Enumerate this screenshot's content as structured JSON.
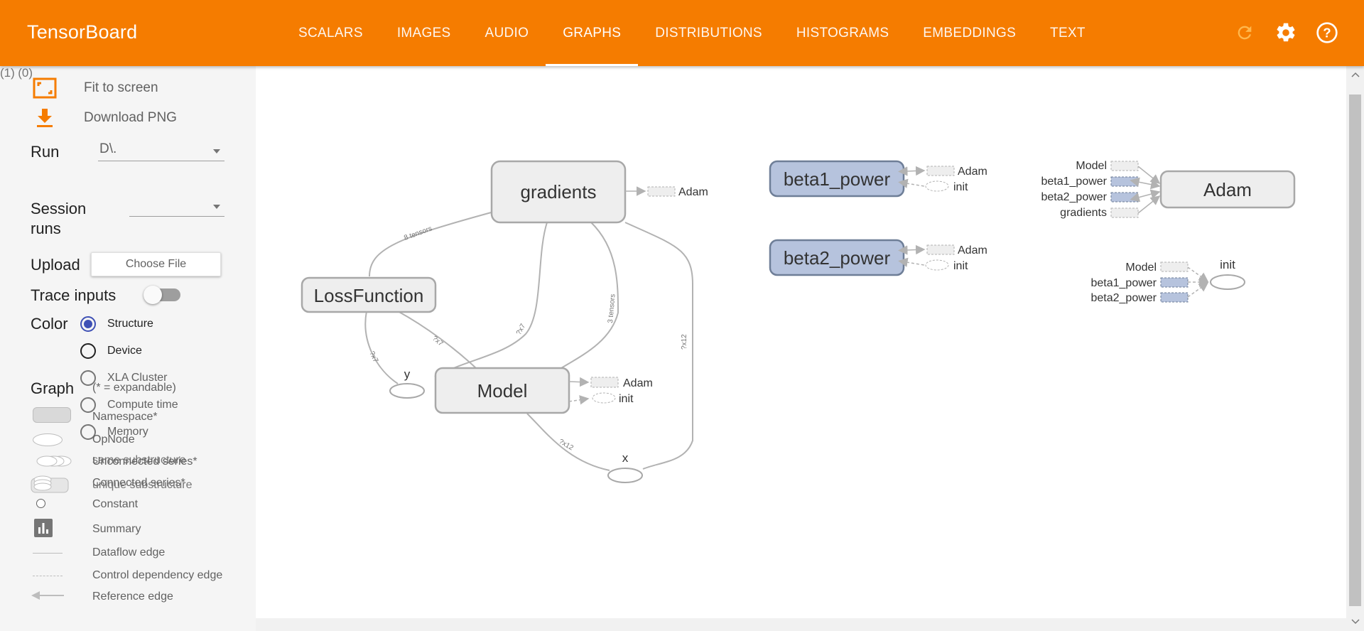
{
  "app": {
    "title": "TensorBoard"
  },
  "tabs": [
    {
      "label": "SCALARS",
      "active": false
    },
    {
      "label": "IMAGES",
      "active": false
    },
    {
      "label": "AUDIO",
      "active": false
    },
    {
      "label": "GRAPHS",
      "active": true
    },
    {
      "label": "DISTRIBUTIONS",
      "active": false
    },
    {
      "label": "HISTOGRAMS",
      "active": false
    },
    {
      "label": "EMBEDDINGS",
      "active": false
    },
    {
      "label": "TEXT",
      "active": false
    }
  ],
  "toolbar_icons": [
    "refresh-icon",
    "gear-icon",
    "help-icon"
  ],
  "sidebar": {
    "fit_label": "Fit to screen",
    "download_label": "Download PNG",
    "run_label": "Run",
    "run_count": "(1)",
    "run_value": "D\\.",
    "session_label": "Session",
    "session_label2": "runs",
    "session_count": "(0)",
    "upload_label": "Upload",
    "choose_file": "Choose File",
    "trace_label": "Trace inputs",
    "trace_on": false,
    "color_label": "Color",
    "color_options": [
      {
        "label": "Structure",
        "selected": true
      },
      {
        "label": "Device",
        "selected": false
      },
      {
        "label": "XLA Cluster",
        "selected": false
      },
      {
        "label": "Compute time",
        "selected": false
      },
      {
        "label": "Memory",
        "selected": false
      }
    ],
    "graph_label": "Graph",
    "graph_note": "(* = expandable)",
    "legend": {
      "namespace": "Namespace*",
      "opnode": "OpNode",
      "unconnected": "Unconnected series*",
      "same_sub": "same substructure",
      "connected": "Connected series*",
      "unique_sub": "unique substructure",
      "constant": "Constant",
      "summary": "Summary",
      "dataflow": "Dataflow edge",
      "control": "Control dependency edge",
      "reference": "Reference edge"
    }
  },
  "graph": {
    "nodes": {
      "gradients": "gradients",
      "loss": "LossFunction",
      "model": "Model",
      "beta1": "beta1_power",
      "beta2": "beta2_power",
      "adam": "Adam",
      "init": "init",
      "y": "y",
      "x": "x"
    },
    "aux": {
      "adam": "Adam",
      "init": "init",
      "model": "Model",
      "beta1": "beta1_power",
      "beta2": "beta2_power",
      "gradients": "gradients"
    },
    "edge_labels": {
      "e1": "8 tensors",
      "e2": "3 tensors",
      "e3": "?x7",
      "e4": "?x12",
      "e5": "?x7",
      "e6": "?x7",
      "e7": "?x12"
    }
  },
  "colors": {
    "brand": "#f57c00",
    "node_fill": "#eeeeee",
    "var_fill": "#b6c3dd",
    "var_stroke": "#6e7e97",
    "edge": "#b2b2b2"
  }
}
